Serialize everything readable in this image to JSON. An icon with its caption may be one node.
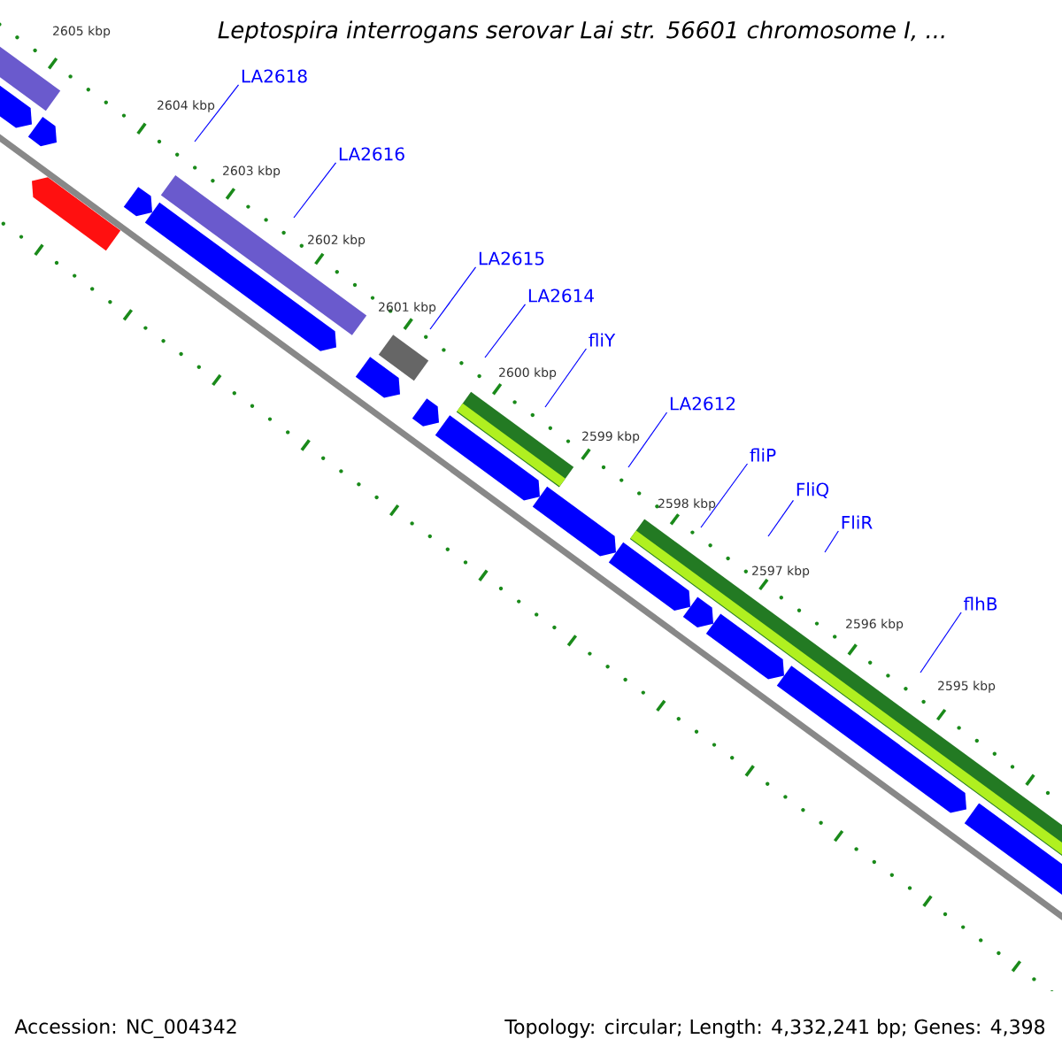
{
  "diagram": {
    "title": "Leptospira interrogans serovar Lai str. 56601 chromosome I, ...",
    "nodes": [
      {
        "text": [
          "LA2618"
        ]
      },
      {
        "text": [
          "LA2616"
        ]
      },
      {
        "text": [
          "LA2615"
        ]
      },
      {
        "text": [
          "LA2614"
        ]
      },
      {
        "text": [
          "fliY"
        ]
      },
      {
        "text": [
          "LA2612"
        ]
      },
      {
        "text": [
          "fliP"
        ]
      },
      {
        "text": [
          "FliQ"
        ]
      },
      {
        "text": [
          "FliR"
        ]
      },
      {
        "text": [
          "flhB"
        ]
      }
    ],
    "edges": [
      {
        "from": 0,
        "to": null,
        "arrow": "none"
      },
      {
        "from": 1,
        "to": null,
        "arrow": "none"
      },
      {
        "from": 2,
        "to": null,
        "arrow": "none"
      },
      {
        "from": 3,
        "to": null,
        "arrow": "none"
      },
      {
        "from": 4,
        "to": null,
        "arrow": "none"
      },
      {
        "from": 5,
        "to": null,
        "arrow": "none"
      },
      {
        "from": 6,
        "to": null,
        "arrow": "none"
      },
      {
        "from": 7,
        "to": null,
        "arrow": "none"
      },
      {
        "from": 8,
        "to": null,
        "arrow": "none"
      },
      {
        "from": 9,
        "to": null,
        "arrow": "none"
      }
    ],
    "labels": [
      "2605 kbp",
      "2604 kbp",
      "2603 kbp",
      "2602 kbp",
      "2601 kbp",
      "2600 kbp",
      "2599 kbp",
      "2598 kbp",
      "2597 kbp",
      "2596 kbp",
      "2595 kbp",
      "Accession: NC_004342",
      "Topology: circular; Length: 4,332,241 bp; Genes: 4,398"
    ]
  }
}
